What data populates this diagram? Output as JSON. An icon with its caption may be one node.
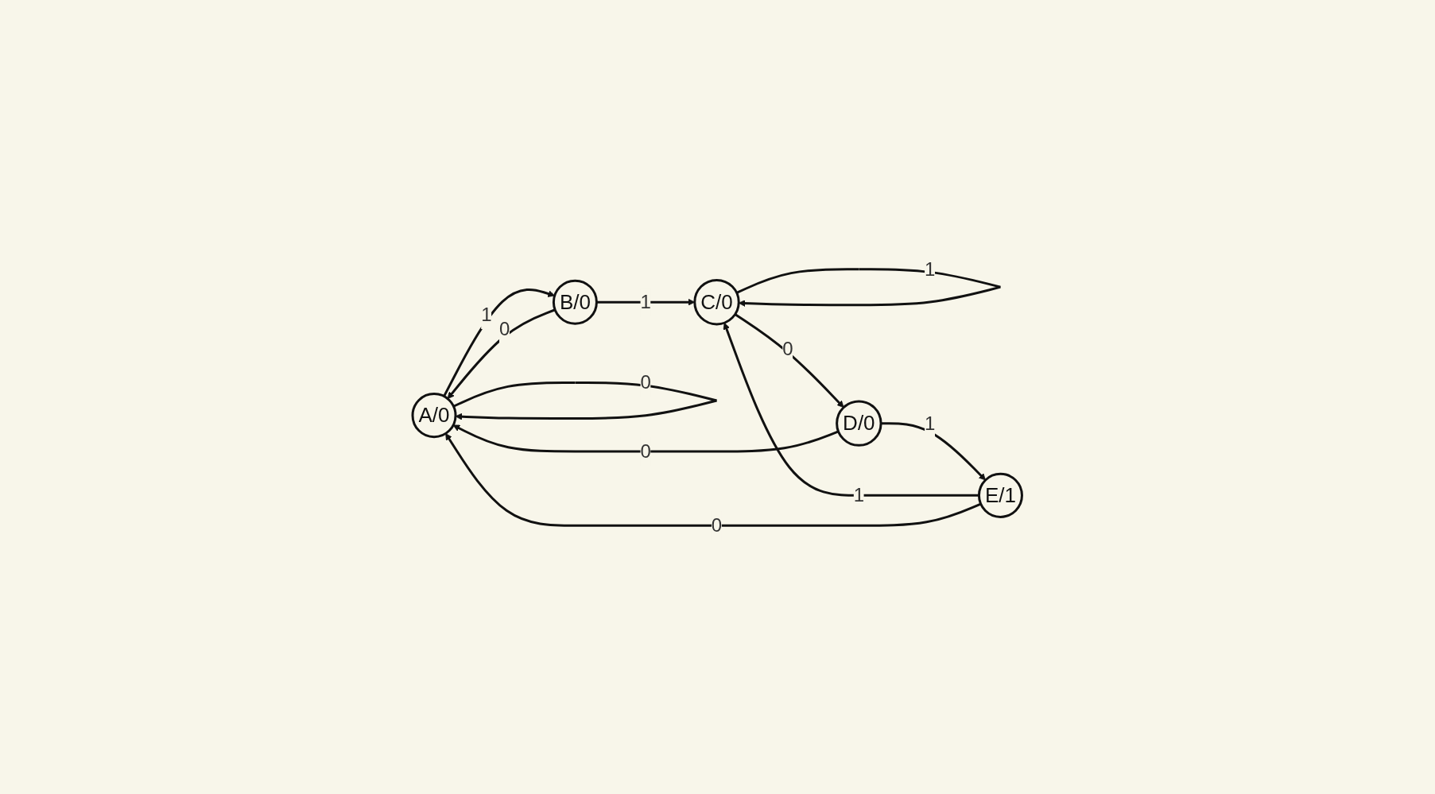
{
  "diagram": {
    "nodes": [
      {
        "text": [
          "A/0"
        ]
      },
      {
        "text": [
          "B/0"
        ]
      },
      {
        "text": [
          "C/0"
        ]
      },
      {
        "text": [
          "D/0"
        ]
      },
      {
        "text": [
          "E/1"
        ]
      }
    ],
    "edges": [
      {
        "from": 0,
        "to": 0,
        "arrow": "to",
        "label": "0"
      },
      {
        "from": 0,
        "to": 1,
        "arrow": "to",
        "label": "1"
      },
      {
        "from": 1,
        "to": 0,
        "arrow": "to",
        "label": "0"
      },
      {
        "from": 1,
        "to": 2,
        "arrow": "to",
        "label": "1"
      },
      {
        "from": 2,
        "to": 2,
        "arrow": "to",
        "label": "1"
      },
      {
        "from": 2,
        "to": 3,
        "arrow": "to",
        "label": "0"
      },
      {
        "from": 3,
        "to": 0,
        "arrow": "to",
        "label": "0"
      },
      {
        "from": 3,
        "to": 4,
        "arrow": "to",
        "label": "1"
      },
      {
        "from": 4,
        "to": 2,
        "arrow": "to",
        "label": "1"
      },
      {
        "from": 4,
        "to": 0,
        "arrow": "to",
        "label": "0"
      }
    ]
  }
}
